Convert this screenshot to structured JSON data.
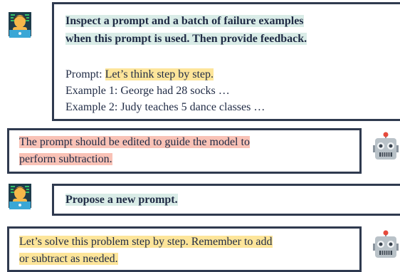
{
  "turns": [
    {
      "speaker_icon": "person-at-laptop-icon",
      "instruction_line1": "Inspect a prompt and a batch of failure examples",
      "instruction_line2": "when this prompt is used. Then provide feedback.",
      "prompt_label": "Prompt: ",
      "prompt_text": "Let’s think step by step.",
      "example1": "Example 1: George had 28 socks …",
      "example2": "Example 2: Judy teaches 5 dance classes …"
    },
    {
      "speaker_icon": "robot-icon",
      "feedback_line1": "The prompt should be edited to guide the model to",
      "feedback_line2": "perform subtraction."
    },
    {
      "speaker_icon": "person-at-laptop-icon",
      "instruction": "Propose a new prompt."
    },
    {
      "speaker_icon": "robot-icon",
      "new_prompt_line1": "Let’s solve this problem step by step. Remember to add",
      "new_prompt_line2": "or subtract as needed."
    }
  ]
}
